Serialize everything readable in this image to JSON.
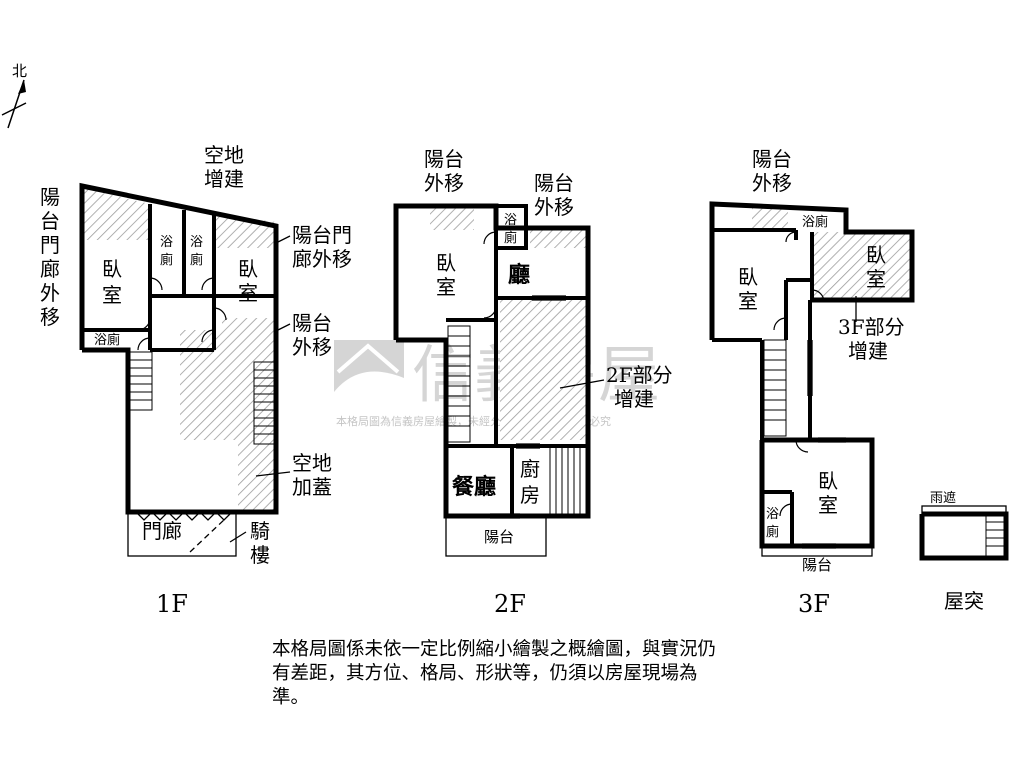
{
  "compass": {
    "north": "北"
  },
  "floor1": {
    "title": "1F",
    "callout_balcony_door": "陽台門廊外移",
    "callout_vacant_addition": "空地增建",
    "callout_balcony_door_right": "陽台門廊外移",
    "callout_balcony_out": "陽台外移",
    "callout_vacant_cover": "空地加蓋",
    "callout_arcade": "騎樓",
    "bedroom_left": "臥室",
    "bedroom_right": "臥室",
    "bath_a": "浴廁",
    "bath_b": "浴廁",
    "bath_c": "浴廁",
    "porch": "門廊"
  },
  "floor2": {
    "title": "2F",
    "callout_balcony_left": "陽台外移",
    "callout_balcony_right": "陽台外移",
    "bedroom": "臥室",
    "bath": "浴廁",
    "living": "廳",
    "partial_addition": "2F部分增建",
    "dining": "餐廳",
    "kitchen": "廚房",
    "balcony": "陽台"
  },
  "floor3": {
    "title": "3F",
    "callout_balcony": "陽台外移",
    "bath_top": "浴廁",
    "bedroom_left": "臥室",
    "bedroom_right": "臥室",
    "partial_addition": "3F部分增建",
    "bedroom_bottom": "臥室",
    "bath_bottom": "浴廁",
    "balcony": "陽台"
  },
  "roof": {
    "title": "屋突",
    "canopy": "雨遮"
  },
  "watermark": {
    "brand": "信義房屋",
    "notice": "本格局圖為信義房屋繪製，未經允許請勿盜用，違者必究"
  },
  "disclaimer": "本格局圖係未依一定比例縮小繪製之概繪圖，與實況仍有差距，其方位、格局、形狀等，仍須以房屋現場為準。"
}
